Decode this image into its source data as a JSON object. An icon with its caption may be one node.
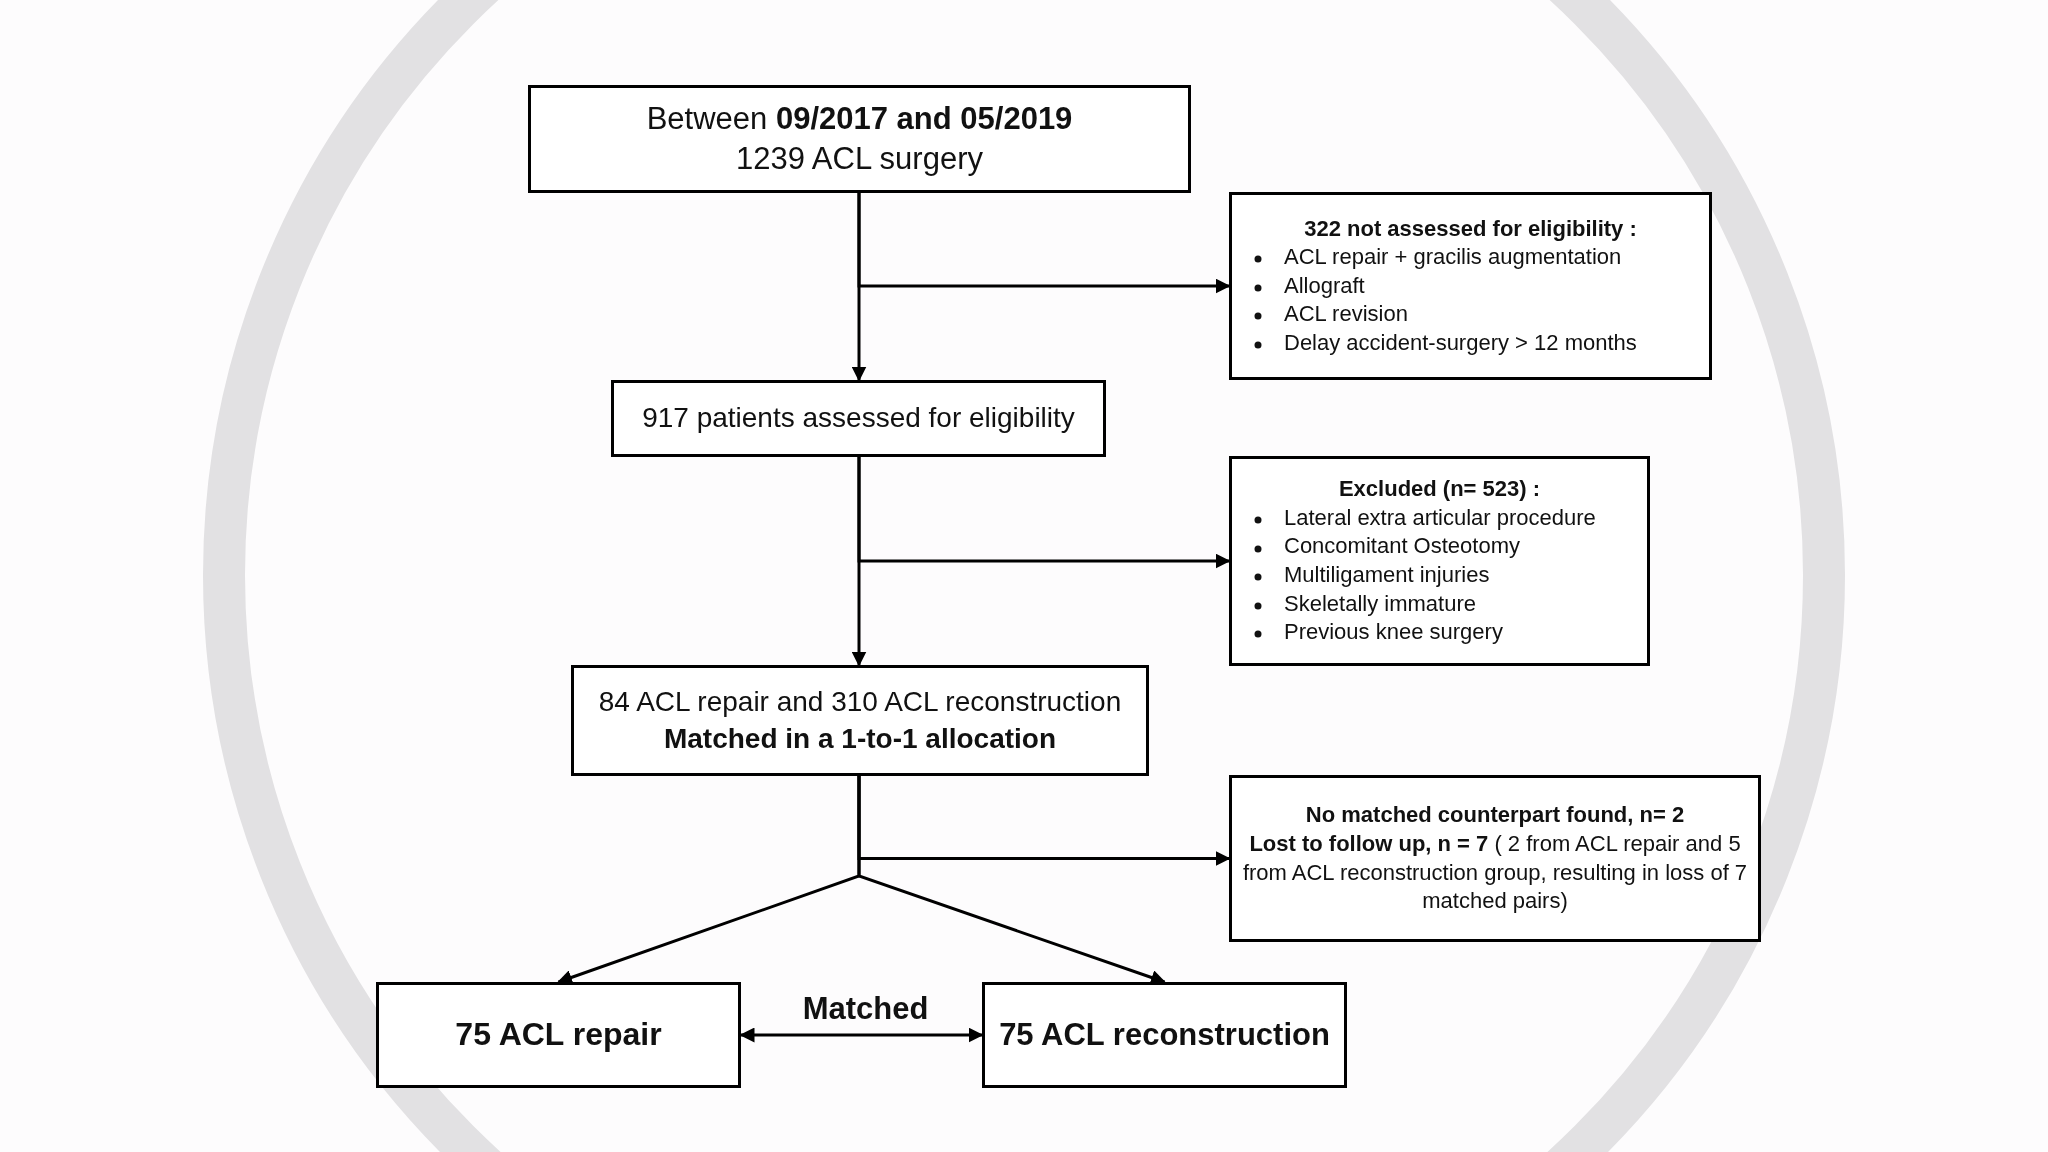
{
  "diagram": {
    "nodes": [
      {
        "text": [
          "Between **09/2017 and 05/2019**",
          "1239 ACL surgery"
        ]
      },
      {
        "text": [
          "322 not assessed for eligibility :",
          "ACL repair + gracilis augmentation",
          "Allograft",
          "ACL revision",
          "Delay accident-surgery > 12 months"
        ]
      },
      {
        "text": [
          "917 patients assessed for eligibility"
        ]
      },
      {
        "text": [
          "Excluded (n= 523) :",
          "Lateral extra articular procedure",
          "Concomitant Osteotomy",
          "Multiligament injuries",
          "Skeletally immature",
          "Previous knee surgery"
        ]
      },
      {
        "text": [
          "84 ACL repair and 310 ACL reconstruction",
          "Matched in a 1-to-1 allocation"
        ]
      },
      {
        "text": [
          "No matched counterpart found, n= 2",
          "**Lost to follow up, n = 7** ( 2 from ACL repair and 5 from ACL reconstruction group, resulting in loss of 7 matched pairs)"
        ]
      },
      {
        "text": [
          "75 ACL repair"
        ]
      },
      {
        "text": [
          "75 ACL reconstruction"
        ]
      }
    ],
    "edges": [
      {
        "from": 0,
        "to": 2,
        "arrow": "to"
      },
      {
        "from": 0,
        "to": 1,
        "arrow": "to"
      },
      {
        "from": 2,
        "to": 4,
        "arrow": "to"
      },
      {
        "from": 2,
        "to": 3,
        "arrow": "to"
      },
      {
        "from": 4,
        "to": 5,
        "arrow": "to"
      },
      {
        "from": 4,
        "to": 6,
        "arrow": "to"
      },
      {
        "from": 4,
        "to": 7,
        "arrow": "to"
      },
      {
        "from": 6,
        "to": 7,
        "arrow": "both",
        "label": "Matched"
      }
    ]
  }
}
